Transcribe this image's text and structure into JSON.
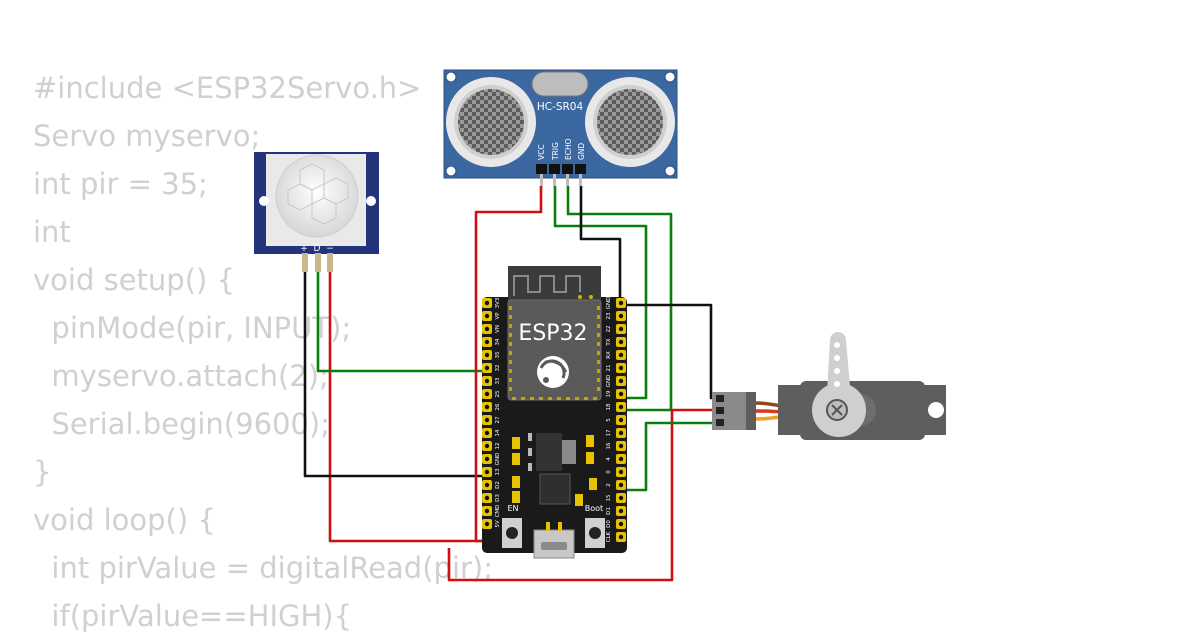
{
  "code_lines": [
    "#include <ESP32Servo.h>",
    "Servo myservo;",
    "int pir = 35;",
    "int",
    "void setup() {",
    "  pinMode(pir, INPUT);",
    "  myservo.attach(2);",
    "  Serial.begin(9600);",
    "}",
    "void loop() {",
    "  int pirValue = digitalRead(pir);",
    "  if(pirValue==HIGH){"
  ],
  "components": {
    "ultrasonic": {
      "label": "HC-SR04",
      "pins": [
        "VCC",
        "TRIG",
        "ECHO",
        "GND"
      ]
    },
    "pir": {
      "pins": [
        "+",
        "D",
        "−"
      ]
    },
    "esp32": {
      "label": "ESP32",
      "left_pins": [
        "3V3",
        "VP",
        "VN",
        "34",
        "35",
        "32",
        "33",
        "25",
        "26",
        "27",
        "14",
        "12",
        "GND",
        "13",
        "D2",
        "D3",
        "CMD",
        "5V"
      ],
      "right_pins": [
        "GND",
        "23",
        "22",
        "TX",
        "RX",
        "21",
        "GND",
        "19",
        "18",
        "5",
        "17",
        "16",
        "4",
        "0",
        "2",
        "15",
        "D1",
        "D0",
        "CLK"
      ],
      "en_label": "EN",
      "boot_label": "Boot"
    },
    "servo": {}
  },
  "colors": {
    "wire_red": "#d01010",
    "wire_green": "#0a7d0a",
    "wire_black": "#111111",
    "hcsr04_board": "#3b68a0",
    "pir_board": "#23347a",
    "esp32_board": "#1a1a1a",
    "servo_body": "#5e5e5e",
    "code_text": "#d0d0d0"
  }
}
